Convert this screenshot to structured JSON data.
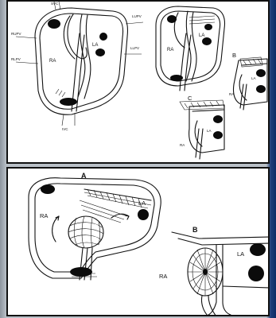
{
  "top_panel": {
    "main_heart": {
      "label_svc": "SVC",
      "label_rupv": "RUPV",
      "label_rlpv": "RLPV",
      "label_lupv": "LUPV",
      "label_llpv": "LLPV",
      "label_ivc": "IVC",
      "label_ra": "RA",
      "label_la": "LA"
    },
    "step2": {
      "label_ra": "RA",
      "label_la": "LA"
    },
    "step_b": {
      "letter": "B",
      "label_ra": "RA",
      "label_la": "LA"
    },
    "step_c": {
      "letter": "C",
      "label_ra": "RA",
      "label_la": "LA"
    }
  },
  "bottom_panel": {
    "fig_a": {
      "letter": "A",
      "label_ra": "RA",
      "label_la": "LA"
    },
    "fig_b": {
      "letter": "B",
      "label_ra": "RA",
      "label_la": "LA"
    }
  }
}
